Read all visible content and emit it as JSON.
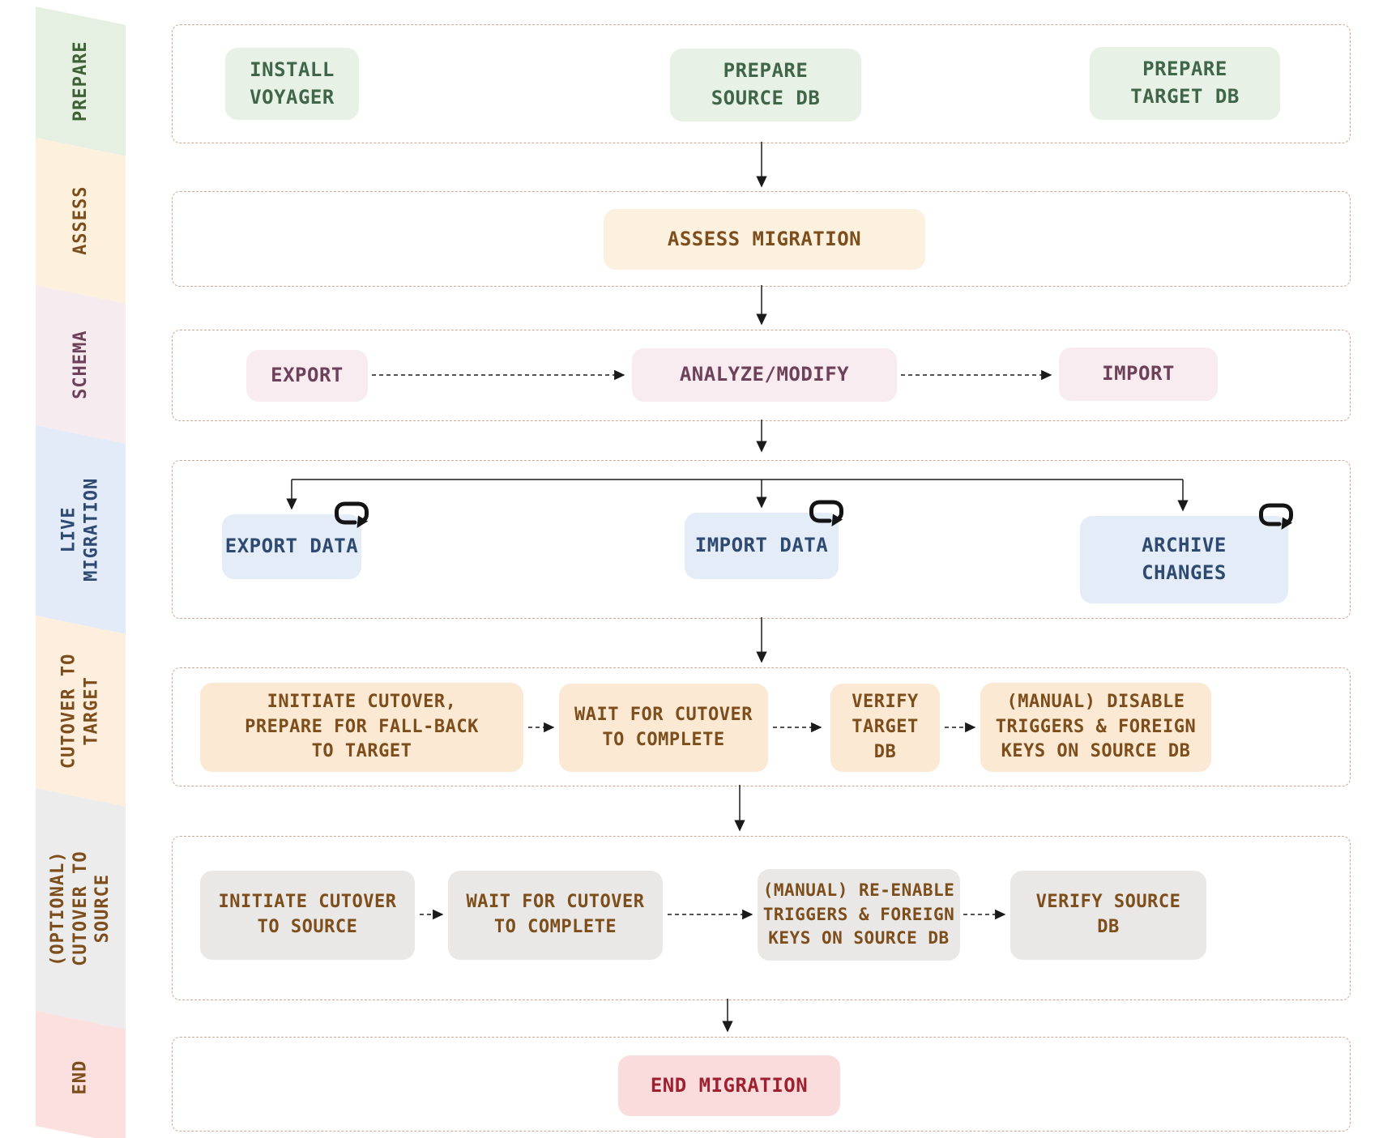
{
  "diagram_title": "database-migration-workflow",
  "sidebar": {
    "stages": [
      {
        "id": "prepare",
        "label": "PREPARE",
        "bg": "#e5f0e3",
        "text_color": "#3d6134"
      },
      {
        "id": "assess",
        "label": "ASSESS",
        "bg": "#fdf1de",
        "text_color": "#7d4e1b"
      },
      {
        "id": "schema",
        "label": "SCHEMA",
        "bg": "#f6ebee",
        "text_color": "#6d4159"
      },
      {
        "id": "live-migration",
        "label": "LIVE\nMIGRATION",
        "bg": "#e3ebf8",
        "text_color": "#2f4a72"
      },
      {
        "id": "cutover-to-target",
        "label": "CUTOVER TO\nTARGET",
        "bg": "#fdeedd",
        "text_color": "#7d4e1b"
      },
      {
        "id": "optional-cutover-to-source",
        "label": "(OPTIONAL)\nCUTOVER TO\nSOURCE",
        "bg": "#ececec",
        "text_color": "#7d4e1b"
      },
      {
        "id": "end",
        "label": "END",
        "bg": "#fcdfdf",
        "text_color": "#7d4e1b"
      }
    ]
  },
  "nodes": {
    "install_voyager": "INSTALL\nVOYAGER",
    "prepare_source_db": "PREPARE\nSOURCE DB",
    "prepare_target_db": "PREPARE\nTARGET DB",
    "assess_migration": "ASSESS MIGRATION",
    "export_schema": "EXPORT",
    "analyze_modify": "ANALYZE/MODIFY",
    "import_schema": "IMPORT",
    "export_data": "EXPORT DATA",
    "import_data": "IMPORT DATA",
    "archive_changes": "ARCHIVE\nCHANGES",
    "initiate_cutover_target": "INITIATE CUTOVER,\nPREPARE FOR FALL-BACK\nTO TARGET",
    "wait_cutover_target": "WAIT FOR CUTOVER\nTO COMPLETE",
    "verify_target_db": "VERIFY\nTARGET\nDB",
    "manual_disable": "(MANUAL) DISABLE\nTRIGGERS & FOREIGN\nKEYS ON SOURCE DB",
    "initiate_cutover_source": "INITIATE CUTOVER\nTO SOURCE",
    "wait_cutover_source": "WAIT FOR CUTOVER\nTO COMPLETE",
    "manual_reenable": "(MANUAL) RE-ENABLE\nTRIGGERS & FOREIGN\nKEYS ON SOURCE DB",
    "verify_source_db": "VERIFY SOURCE\nDB",
    "end_migration": "END MIGRATION"
  },
  "icons": {
    "loop_icon_meaning": "repeat-loop-arrow shown on EXPORT DATA, IMPORT DATA and ARCHIVE CHANGES nodes"
  },
  "colors": {
    "node_green_bg": "#e8f1e6",
    "node_green_text": "#40664a",
    "node_cream_bg": "#fcf0de",
    "node_cream_text": "#7d4e1b",
    "node_pink_bg": "#f8ecf0",
    "node_pink_text": "#6d4159",
    "node_blue_bg": "#e4ecf8",
    "node_blue_text": "#2e4a70",
    "node_peach_bg": "#fbe9d4",
    "node_peach_text": "#7d4e1b",
    "node_gray_bg": "#e9e8e6",
    "node_gray_text": "#7d4e1b",
    "node_red_bg": "#fadcdc",
    "node_red_text": "#9e2130",
    "container_border": "#cfa794",
    "arrow": "#1a1a1a"
  }
}
